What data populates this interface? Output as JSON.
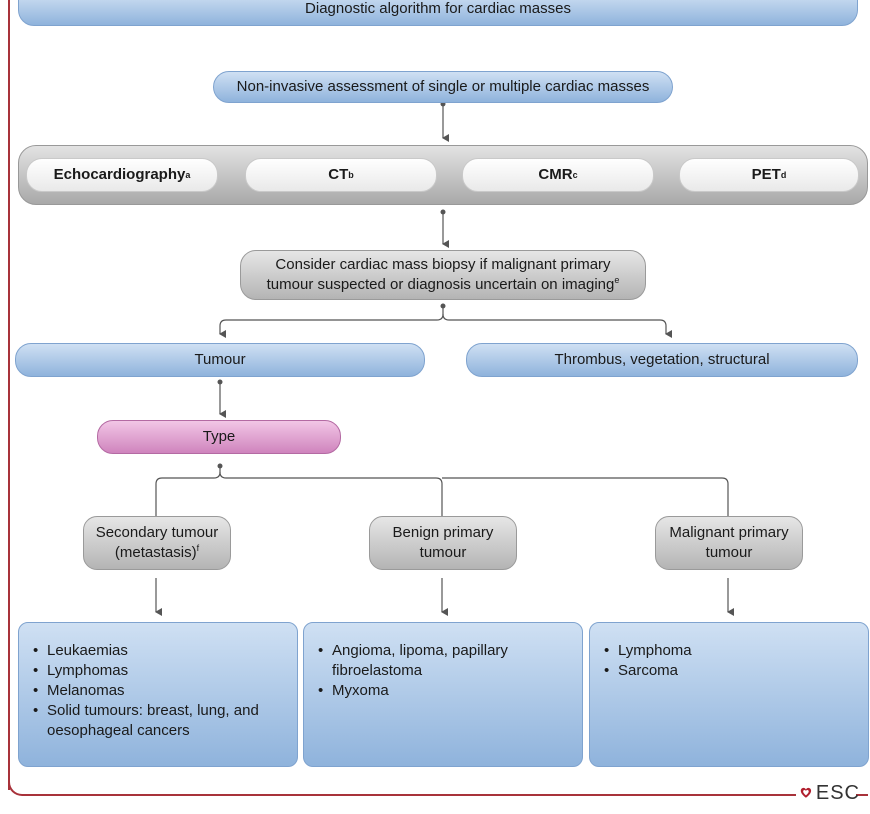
{
  "header": {
    "title": "Diagnostic algorithm for cardiac masses"
  },
  "assessment": {
    "label": "Non-invasive assessment of single or multiple cardiac masses"
  },
  "modalities": [
    {
      "label": "Echocardiography",
      "sup": "a"
    },
    {
      "label": "CT",
      "sup": "b"
    },
    {
      "label": "CMR",
      "sup": "c"
    },
    {
      "label": "PET",
      "sup": "d"
    }
  ],
  "biopsy": {
    "line1": "Consider cardiac mass biopsy if malignant primary",
    "line2": "tumour suspected or diagnosis uncertain on imaging",
    "sup": "e"
  },
  "outcomes": {
    "tumour": "Tumour",
    "other": "Thrombus, vegetation, structural"
  },
  "type": {
    "label": "Type"
  },
  "categories": [
    {
      "line1": "Secondary tumour",
      "line2": "(metastasis)",
      "sup": "f"
    },
    {
      "line1": "Benign primary",
      "line2": "tumour",
      "sup": ""
    },
    {
      "line1": "Malignant primary",
      "line2": "tumour",
      "sup": ""
    }
  ],
  "lists": [
    {
      "items": [
        "Leukaemias",
        "Lymphomas",
        "Melanomas",
        "Solid tumours: breast, lung, and oesophageal cancers"
      ]
    },
    {
      "items": [
        "Angioma, lipoma, papillary fibroelastoma",
        "Myxoma"
      ]
    },
    {
      "items": [
        "Lymphoma",
        "Sarcoma"
      ]
    }
  ],
  "logo": {
    "text": "ESC"
  },
  "colors": {
    "frame": "#a8323a",
    "blue": "#8fb3dc",
    "pink": "#cf84bd",
    "gray": "#a9a9a9"
  }
}
